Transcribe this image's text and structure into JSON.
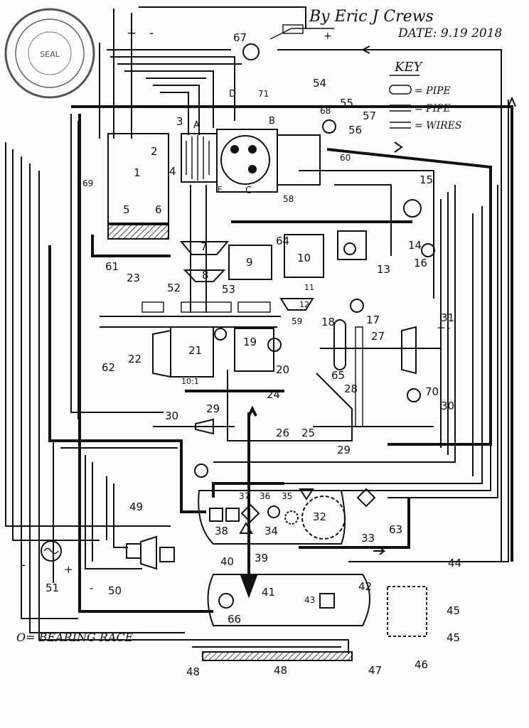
{
  "header": {
    "author": "By Eric J Crews",
    "date": "DATE: 9.19 2018"
  },
  "stamp": {
    "text": "SEAL"
  },
  "key": {
    "title": "KEY",
    "items": [
      "= PIPE",
      "= PIPE",
      "= WIRES"
    ]
  },
  "footer": {
    "bearing_note": "O= BEARING RACE"
  },
  "boxes": {
    "b1": "1",
    "b9": "9",
    "b10": "10",
    "b19": "19",
    "b21": "21",
    "b24": "24",
    "ratio": "10:1"
  },
  "letters": [
    "A",
    "B",
    "C",
    "D",
    "E"
  ],
  "polarity": [
    "+",
    "-",
    "+",
    "-",
    "+",
    "-",
    "+",
    "-"
  ],
  "parts": [
    "1",
    "2",
    "3",
    "4",
    "5",
    "6",
    "7",
    "8",
    "9",
    "10",
    "11",
    "12",
    "13",
    "14",
    "15",
    "16",
    "17",
    "18",
    "19",
    "20",
    "21",
    "22",
    "23",
    "24",
    "25",
    "26",
    "27",
    "28",
    "29",
    "29",
    "30",
    "30",
    "31",
    "32",
    "33",
    "34",
    "35",
    "36",
    "37",
    "38",
    "39",
    "40",
    "41",
    "42",
    "43",
    "44",
    "45",
    "45",
    "46",
    "47",
    "48",
    "48",
    "49",
    "50",
    "51",
    "52",
    "53",
    "54",
    "55",
    "56",
    "57",
    "58",
    "59",
    "60",
    "61",
    "62",
    "63",
    "64",
    "65",
    "66",
    "67",
    "68",
    "69",
    "70",
    "71"
  ]
}
